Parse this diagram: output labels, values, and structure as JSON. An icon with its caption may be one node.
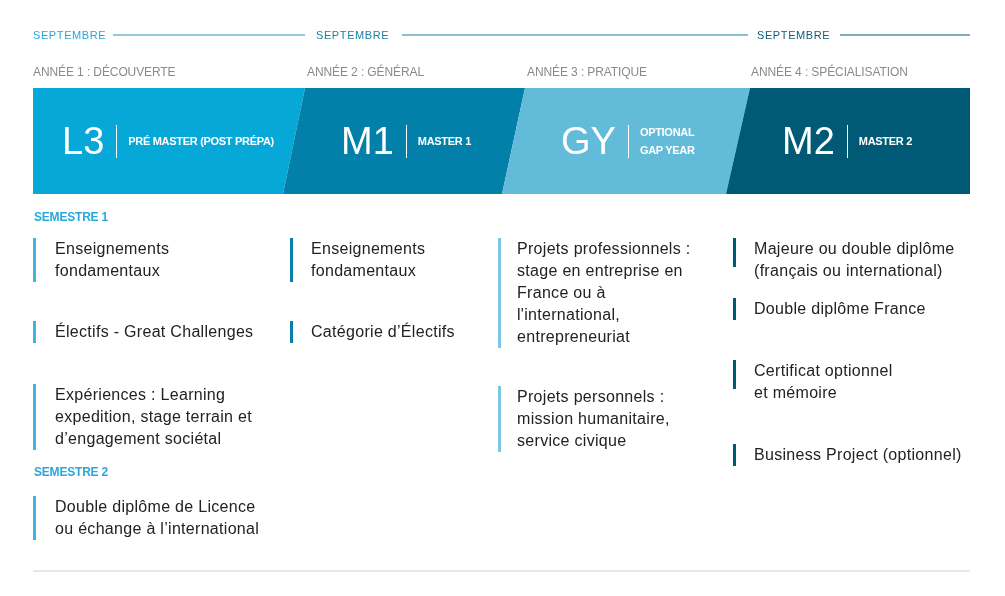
{
  "diagram": {
    "nodes": [
      {
        "text": [
          "L3",
          "PRÉ MASTER (POST PRÉPA)"
        ],
        "beside": [
          "ANNÉE 1 : DÉCOUVERTE"
        ]
      },
      {
        "text": [
          "M1",
          "MASTER 1"
        ],
        "beside": [
          "ANNÉE 2 : GÉNÉRAL"
        ]
      },
      {
        "text": [
          "GY",
          "OPTIONAL GAP YEAR"
        ],
        "beside": [
          "ANNÉE 3 : PRATIQUE"
        ]
      },
      {
        "text": [
          "M2",
          "MASTER 2"
        ],
        "beside": [
          "ANNÉE 4 : SPÉCIALISATION"
        ]
      },
      {
        "text": [
          "Enseignements fondamentaux"
        ]
      },
      {
        "text": [
          "Électifs - Great Challenges"
        ]
      },
      {
        "text": [
          "Expériences : Learning expedition, stage terrain et d’engagement sociétal"
        ]
      },
      {
        "text": [
          "Double diplôme de Licence ou échange à l’international"
        ]
      },
      {
        "text": [
          "Enseignements fondamentaux"
        ]
      },
      {
        "text": [
          "Catégorie d’Électifs"
        ]
      },
      {
        "text": [
          "Projets professionnels : stage en entreprise en France ou à l'international, entrepreneuriat"
        ]
      },
      {
        "text": [
          "Projets personnels : mission humanitaire, service civique"
        ]
      },
      {
        "text": [
          "Majeure ou double diplôme (français ou international)"
        ]
      },
      {
        "text": [
          "Double diplôme France"
        ]
      },
      {
        "text": [
          "Certificat optionnel et mémoire"
        ]
      },
      {
        "text": [
          "Business Project (optionnel)"
        ]
      }
    ],
    "labels": [
      "SEPTEMBRE",
      "SEPTEMBRE",
      "SEPTEMBRE",
      "SEMESTRE 1",
      "SEMESTRE 2"
    ]
  }
}
